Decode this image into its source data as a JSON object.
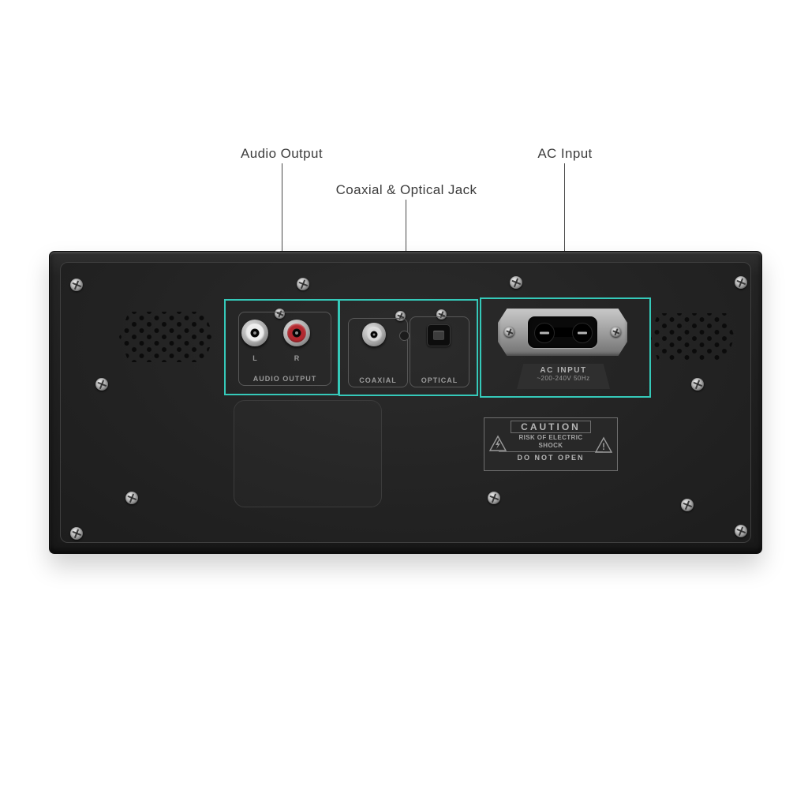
{
  "colors": {
    "accent": "#35c9b9",
    "background": "#ffffff"
  },
  "annotations": {
    "audio_output": "Audio Output",
    "coaxial_optical": "Coaxial & Optical Jack",
    "ac_input": "AC Input"
  },
  "panel": {
    "audio_output": {
      "label": "AUDIO OUTPUT",
      "left": "L",
      "right": "R"
    },
    "coaxial": {
      "label": "COAXIAL"
    },
    "optical": {
      "label": "OPTICAL"
    },
    "ac": {
      "label": "AC INPUT",
      "rating": "~200-240V 50Hz"
    },
    "caution": {
      "title": "CAUTION",
      "risk_line1": "RISK OF ELECTRIC",
      "risk_line2": "SHOCK",
      "warning": "DO NOT OPEN",
      "exclamation": "!"
    }
  },
  "icons": {
    "screw": "phillips-cross-screw",
    "lightning_bolt": "electric-hazard-bolt",
    "warning_triangle": "triangle-outline"
  }
}
